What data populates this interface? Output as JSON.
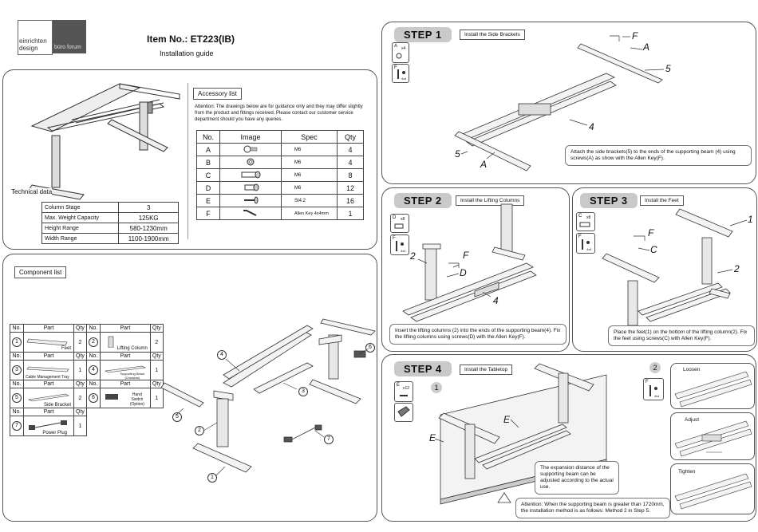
{
  "brand": {
    "line1": "einrichten",
    "line2": "design",
    "right": "büro forum"
  },
  "header": {
    "item_no": "Item No.: ET223(IB)",
    "subtitle": "Installation guide"
  },
  "accessory": {
    "title": "Accessory list",
    "attention": "Attention: The drawings below are for guidance only and they may differ slightly from the product and fittings received. Please contact our customer service department should you have any queries.",
    "columns": [
      "No.",
      "Image",
      "Spec",
      "Qty"
    ],
    "rows": [
      {
        "no": "A",
        "spec": "M6",
        "qty": "4"
      },
      {
        "no": "B",
        "spec": "M6",
        "qty": "4"
      },
      {
        "no": "C",
        "spec": "M6",
        "qty": "8"
      },
      {
        "no": "D",
        "spec": "M6",
        "qty": "12"
      },
      {
        "no": "E",
        "spec": "St4.2",
        "qty": "16"
      },
      {
        "no": "F",
        "spec": "Allen Key 4x4mm",
        "qty": "1"
      }
    ]
  },
  "technical": {
    "title": "Technical data",
    "rows": [
      {
        "label": "Column Stage",
        "value": "3"
      },
      {
        "label": "Max. Weight Capacity",
        "value": "125KG"
      },
      {
        "label": "Height Range",
        "value": "580-1230mm"
      },
      {
        "label": "Width Range",
        "value": "1100-1900mm"
      }
    ]
  },
  "components": {
    "title": "Component list",
    "headers": [
      "No.",
      "Part",
      "Qty"
    ],
    "items": [
      {
        "no": "1",
        "name": "Feet",
        "qty": "2"
      },
      {
        "no": "2",
        "name": "Lifting Column",
        "qty": "2"
      },
      {
        "no": "3",
        "name": "Cable Management Tray",
        "qty": "1"
      },
      {
        "no": "4",
        "name": "Supporting Beam (Crossbar)",
        "qty": "1"
      },
      {
        "no": "5",
        "name": "Side Bracket",
        "qty": "2"
      },
      {
        "no": "6",
        "name": "Hand Switch (Option)",
        "qty": "1"
      },
      {
        "no": "7",
        "name": "Power Plug",
        "qty": "1"
      }
    ],
    "callouts": [
      "1",
      "2",
      "3",
      "4",
      "5",
      "6",
      "7"
    ]
  },
  "step1": {
    "label": "STEP 1",
    "title": "Install the Side Brackets",
    "icon_a": "A",
    "icon_a_qty": "x4",
    "icon_f": "F",
    "icon_f_size": "4x4",
    "labels": {
      "f": "F",
      "a_top": "A",
      "five_right": "5",
      "four": "4",
      "five_left": "5",
      "a_bottom": "A"
    },
    "note": "Attach the side brackets(5) to the ends of the supporting beam (4) using screws(A) as show with the Allen Key(F)."
  },
  "step2": {
    "label": "STEP 2",
    "title": "Install the Lifting Columns",
    "icon_d": "D",
    "icon_d_qty": "x8",
    "icon_f": "F",
    "icon_f_size": "4x4",
    "labels": {
      "two": "2",
      "f": "F",
      "d": "D",
      "four": "4"
    },
    "note": "Insert the lifting columns (2) into the ends of the supporting beam(4). Fix the lifting columns using screws(D) with the Allen Key(F)."
  },
  "step3": {
    "label": "STEP 3",
    "title": "Install the Feet",
    "icon_c": "C",
    "icon_c_qty": "x8",
    "icon_f": "F",
    "icon_f_size": "4x4",
    "labels": {
      "one": "1",
      "f": "F",
      "c": "C",
      "two": "2"
    },
    "note": "Place the feet(1) on the bottom of the lifting column(2). Fix the feet using screws(C) with Allen Key(F)."
  },
  "step4": {
    "label": "STEP 4",
    "title": "Install the Tabletop",
    "icon_e": "E",
    "icon_e_qty": "x12",
    "icon_f": "F",
    "icon_f_size": "4x4",
    "method1": "1",
    "method2": "2",
    "labels": {
      "e_top": "E",
      "e_left": "E"
    },
    "expansion_note": "The expansion distance of the supporting beam can be adjusted according to the actual use.",
    "attention": "Attention: When the supporting beam is greater than 1720mm, the installation method is as follows: Method 2 in Step 5.",
    "loosen": "Loosen",
    "adjust": "Adjust",
    "tighten": "Tighten"
  }
}
